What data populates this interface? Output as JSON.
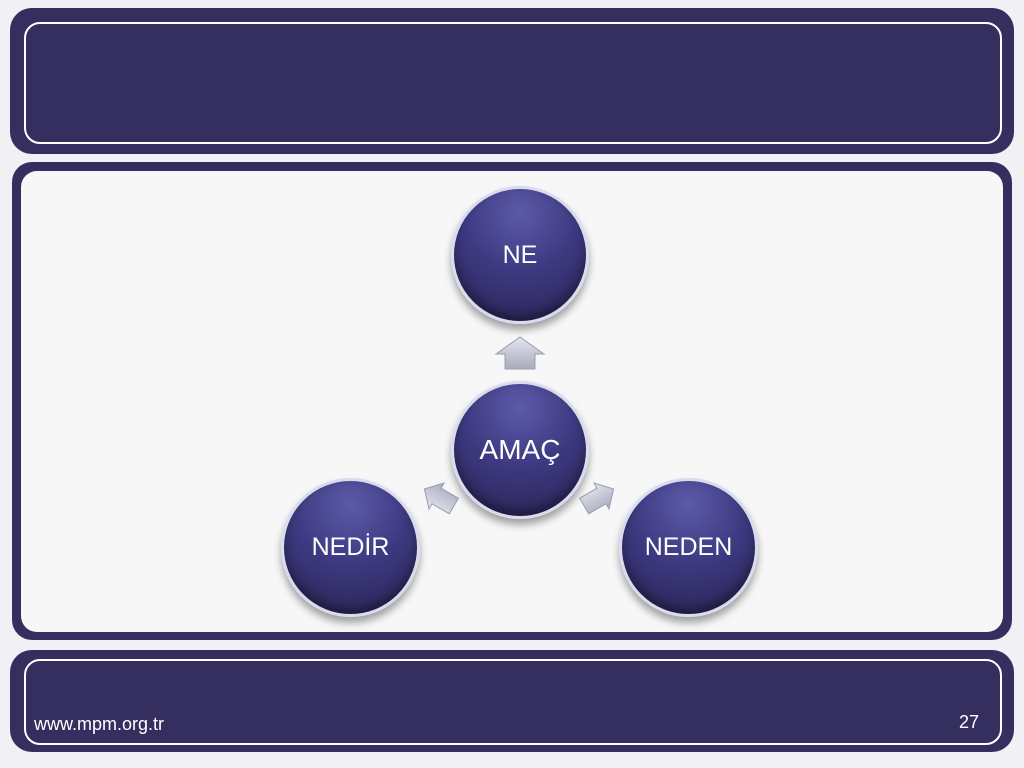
{
  "diagram": {
    "center": "AMAÇ",
    "nodes": [
      "NE",
      "NEDİR",
      "NEDEN"
    ]
  },
  "footer": {
    "url": "www.mpm.org.tr",
    "page_number": "27"
  },
  "colors": {
    "frame": "#352f5f",
    "content_background": "#f7f7f8",
    "node_fill": "#3e3a82",
    "arrow_fill": "#b8bbc9"
  }
}
